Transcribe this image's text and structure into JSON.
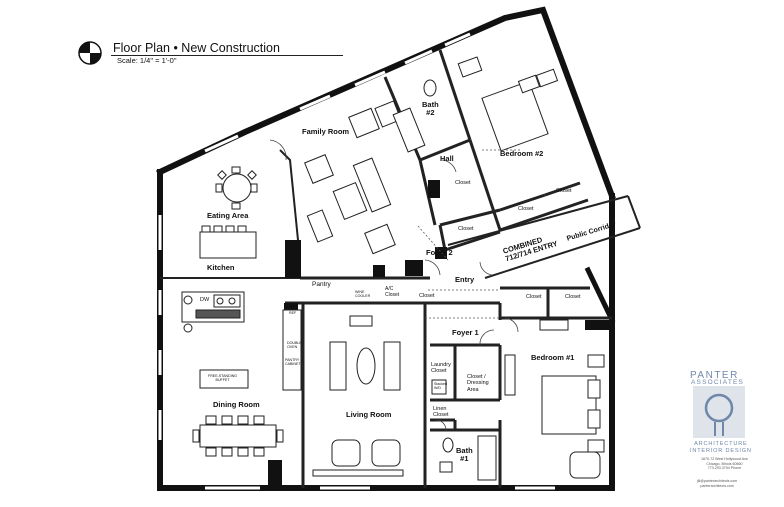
{
  "header": {
    "title": "Floor Plan • New Construction",
    "scale": "Scale: 1/4\" = 1'-0\""
  },
  "rooms": {
    "family_room": "Family Room",
    "bath2": "Bath\n#2",
    "bedroom2": "Bedroom #2",
    "hall": "Hall",
    "eating_area": "Eating Area",
    "kitchen": "Kitchen",
    "foyer2": "Foyer 2",
    "entry": "Entry",
    "combined_entry": "COMBINED\n712/714 ENTRY",
    "public_corridor": "Public Corridor",
    "pantry": "Pantry",
    "foyer1": "Foyer 1",
    "dining_room": "Dining Room",
    "living_room": "Living Room",
    "bedroom1": "Bedroom #1",
    "laundry_closet": "Laundry\nCloset",
    "closet_dressing": "Closet /\nDressing\nArea",
    "linen_closet": "Linen\nCloset",
    "bath1": "Bath\n#1"
  },
  "closets": {
    "hall_closet": "Closet",
    "bed2_closet_a": "Closet",
    "bed2_closet_b": "Closet",
    "foyer2_closet": "Closet",
    "entry_closet": "Closet",
    "bed1_closet_a": "Closet",
    "bed1_closet_b": "Closet",
    "ac_closet": "A/C\nCloset"
  },
  "fixtures": {
    "dw": "DW",
    "ref": "REF",
    "wine_cooler": "WINE\nCOOLER",
    "double_oven": "DOUBLE\nOVEN",
    "pantry_cabinet": "PANTRY\nCABINET",
    "buffet": "FREE-STANDING\nBUFFET",
    "stacked_wd": "Stacked\nW/D"
  },
  "logo": {
    "name": "PANTER",
    "sub": "ASSOCIATES",
    "arch": "ARCHITECTURE\nINTERIOR DESIGN",
    "address": "1670-72 West Hollywood Ave\nChicago, Illinois 60660\n773.293.3794 Phone",
    "web": "jill@panterarchitects.com\npanterarchitects.com"
  },
  "colors": {
    "wall": "#111111",
    "line": "#222222",
    "logo_blue": "#6f88aa",
    "logo_box": "#dfe3ea"
  }
}
